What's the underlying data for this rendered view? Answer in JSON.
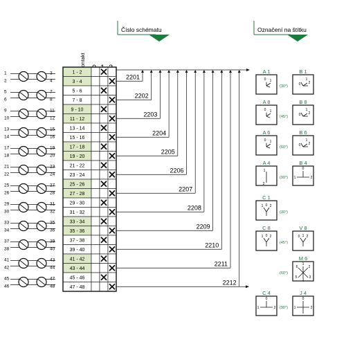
{
  "headers": {
    "schema_number": "Číslo schématu",
    "label_marking": "Označení na štítku",
    "kontakt": "Kontakt",
    "col0": "0",
    "col1": "1",
    "col2": "2"
  },
  "colors": {
    "accent": "#1e7a3c",
    "shade": "#dde8c6",
    "text": "#111111"
  },
  "rows": [
    {
      "label": "1 - 2",
      "mark": 1
    },
    {
      "label": "3 - 4",
      "mark": 2
    },
    {
      "label": "5 - 6",
      "mark": 1
    },
    {
      "label": "7 - 8",
      "mark": 2
    },
    {
      "label": "9 - 10",
      "mark": 1
    },
    {
      "label": "11 - 12",
      "mark": 2
    },
    {
      "label": "13 - 14",
      "mark": 1
    },
    {
      "label": "15 - 16",
      "mark": 2
    },
    {
      "label": "17 - 18",
      "mark": 1
    },
    {
      "label": "19 - 20",
      "mark": 2
    },
    {
      "label": "21 - 22",
      "mark": 1
    },
    {
      "label": "23 - 24",
      "mark": 2
    },
    {
      "label": "25 - 26",
      "mark": 1
    },
    {
      "label": "27 - 28",
      "mark": 2
    },
    {
      "label": "29 - 30",
      "mark": 1
    },
    {
      "label": "31 - 32",
      "mark": 2
    },
    {
      "label": "33 - 34",
      "mark": 1
    },
    {
      "label": "35 - 36",
      "mark": 2
    },
    {
      "label": "37 - 38",
      "mark": 1
    },
    {
      "label": "39 - 40",
      "mark": 2
    },
    {
      "label": "41 - 42",
      "mark": 1
    },
    {
      "label": "43 - 44",
      "mark": 2
    },
    {
      "label": "45 - 46",
      "mark": 1
    },
    {
      "label": "47 - 48",
      "mark": 2
    }
  ],
  "schema_numbers": [
    "2201",
    "2202",
    "2203",
    "2204",
    "2205",
    "2206",
    "2207",
    "2208",
    "2209",
    "2210",
    "2211",
    "2212"
  ],
  "terminals": [
    {
      "l1": "1",
      "l2": "2",
      "r1": "3",
      "r2": "4"
    },
    {
      "l1": "5",
      "l2": "6",
      "r1": "7",
      "r2": "8"
    },
    {
      "l1": "9",
      "l2": "10",
      "r1": "11",
      "r2": "12"
    },
    {
      "l1": "13",
      "l2": "14",
      "r1": "15",
      "r2": "16"
    },
    {
      "l1": "17",
      "l2": "18",
      "r1": "19",
      "r2": "20"
    },
    {
      "l1": "21",
      "l2": "22",
      "r1": "23",
      "r2": "24"
    },
    {
      "l1": "25",
      "l2": "26",
      "r1": "27",
      "r2": "28"
    },
    {
      "l1": "29",
      "l2": "30",
      "r1": "31",
      "r2": "32"
    },
    {
      "l1": "33",
      "l2": "34",
      "r1": "35",
      "r2": "36"
    },
    {
      "l1": "37",
      "l2": "38",
      "r1": "39",
      "r2": "40"
    },
    {
      "l1": "41",
      "l2": "42",
      "r1": "43",
      "r2": "44"
    },
    {
      "l1": "45",
      "l2": "46",
      "r1": "47",
      "r2": "48"
    }
  ],
  "plates": [
    {
      "row": 0,
      "left": {
        "code": "A 1",
        "labels": [
          "0",
          "1"
        ],
        "type": "diag"
      },
      "angle": "(30°)",
      "right": {
        "code": "B 1",
        "labels": [
          "0",
          "1",
          "2"
        ],
        "type": "diag2"
      }
    },
    {
      "row": 1,
      "left": {
        "code": "A 8",
        "labels": [
          "0",
          "1"
        ],
        "type": "diag"
      },
      "angle": "(45°)",
      "right": {
        "code": "B 8",
        "labels": [
          "0",
          "1",
          "2"
        ],
        "type": "diag2"
      }
    },
    {
      "row": 2,
      "left": {
        "code": "A 6",
        "labels": [
          "0",
          "1"
        ],
        "type": "diag"
      },
      "angle": "(60°)",
      "right": {
        "code": "B 6",
        "labels": [
          "0",
          "1",
          "2"
        ],
        "type": "diag2"
      }
    },
    {
      "row": 3,
      "left": {
        "code": "A 4",
        "labels": [
          "1",
          "2"
        ],
        "type": "vert"
      },
      "angle": "(90°)",
      "right": {
        "code": "B 4",
        "labels": [
          "0",
          "1",
          "2"
        ],
        "type": "tee"
      }
    },
    {
      "row": 4,
      "left": {
        "code": "C 1",
        "labels": [
          "1",
          "0",
          "2"
        ],
        "type": "fan"
      },
      "angle": "(30°)",
      "right": null
    },
    {
      "row": 5,
      "left": {
        "code": "C 8",
        "labels": [
          "1",
          "0",
          "2"
        ],
        "type": "fan"
      },
      "angle": "(45°)",
      "right": {
        "code": "V 8",
        "labels": [
          "0",
          "1",
          "2"
        ],
        "type": "fan"
      }
    },
    {
      "row": 6,
      "left": null,
      "angle": "(60°)",
      "right": {
        "code": "M 6",
        "labels": [
          "1",
          "2",
          "3",
          "4",
          "5",
          "6"
        ],
        "type": "star"
      }
    },
    {
      "row": 7,
      "left": {
        "code": "C 4",
        "labels": [
          "0",
          "1",
          "2"
        ],
        "type": "tee"
      },
      "angle": "(90°)",
      "right": {
        "code": "J 4",
        "labels": [
          "0",
          "1",
          "2"
        ],
        "type": "cross"
      }
    }
  ]
}
